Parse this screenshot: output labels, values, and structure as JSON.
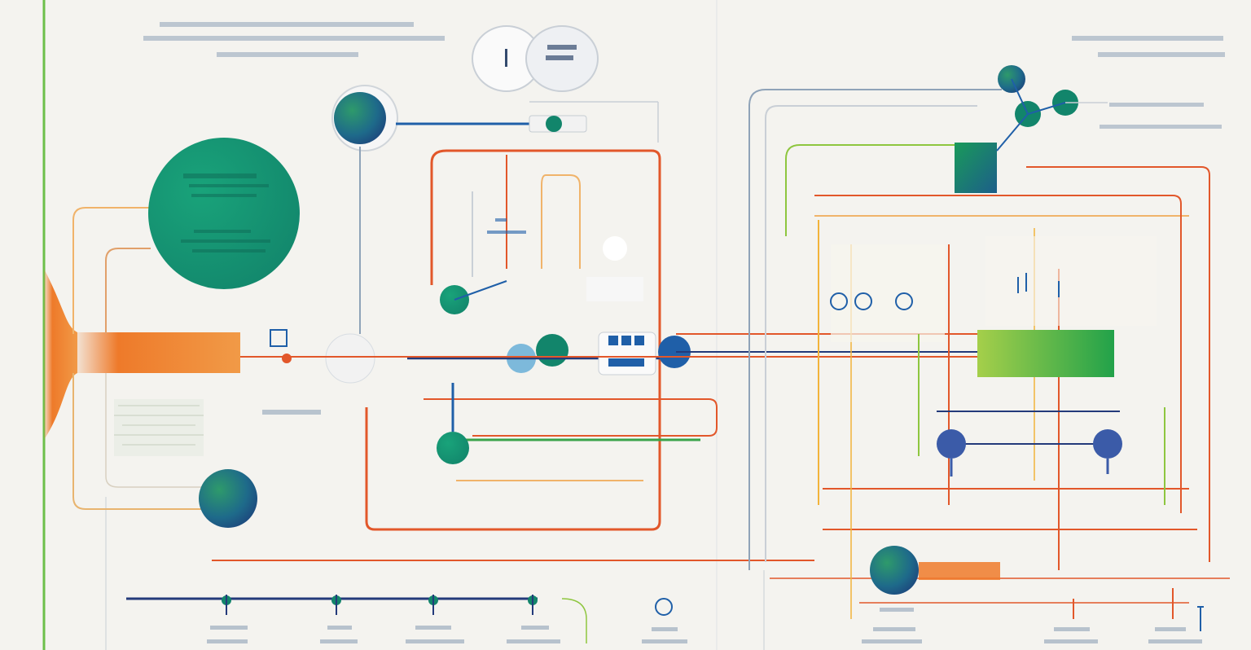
{
  "diagram": {
    "background": "#f4f3ef",
    "colors": {
      "orange": "#ee7a2a",
      "red_orange": "#e2572a",
      "green": "#3aa34a",
      "lime": "#8ec63f",
      "teal": "#128a6e",
      "blue": "#1f5fa8",
      "navy": "#233a7a",
      "grey": "#c9cfd6",
      "yellow": "#f2b33a"
    },
    "icons": [
      "globe-node",
      "hub-node",
      "server-node",
      "gear-node",
      "person-node",
      "database-node"
    ],
    "note": ""
  }
}
